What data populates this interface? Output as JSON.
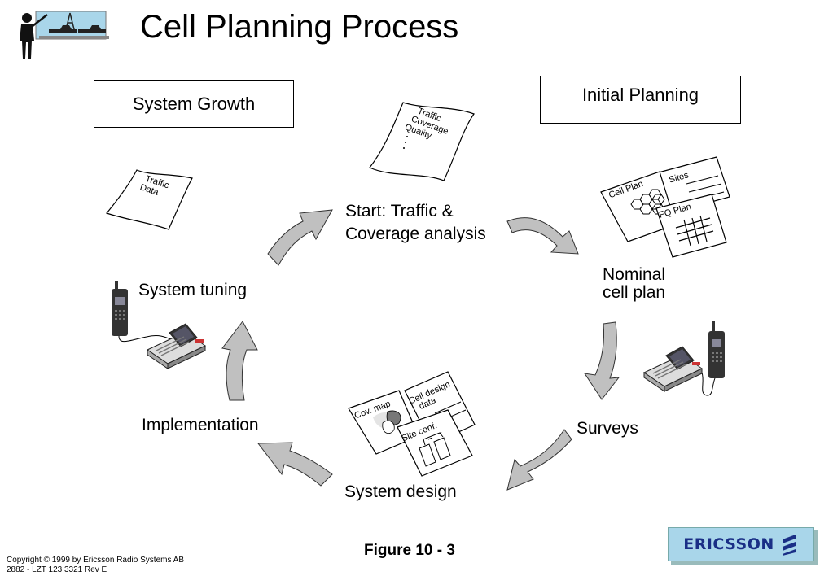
{
  "title": "Cell Planning Process",
  "boxes": {
    "system_growth": "System Growth",
    "initial_planning": "Initial Planning"
  },
  "stages": {
    "start_line1": "Start: Traffic &",
    "start_line2": "Coverage analysis",
    "nominal_line1": "Nominal",
    "nominal_line2": "cell plan",
    "surveys": "Surveys",
    "system_design": "System design",
    "implementation": "Implementation",
    "system_tuning": "System tuning"
  },
  "documents": {
    "traffic_doc": [
      "Traffic",
      "Coverage",
      "Quality"
    ],
    "traffic_data_doc": [
      "Traffic",
      "Data"
    ],
    "cell_plan": "Cell Plan",
    "sites": "Sites",
    "fq_plan": "FQ Plan",
    "cov_map": "Cov. map",
    "cell_design_data": [
      "Cell design",
      "data"
    ],
    "site_conf": "Site conf."
  },
  "figure_caption": "Figure  10 - 3",
  "copyright": [
    "Copyright © 1999 by Ericsson Radio Systems AB",
    "2882 - LZT 123 3321 Rev E"
  ],
  "logo": "ERICSSON",
  "colors": {
    "arrow_fill": "#c0c0c0",
    "logo_bg": "#a9d6ea",
    "logo_text": "#1a2f86"
  }
}
